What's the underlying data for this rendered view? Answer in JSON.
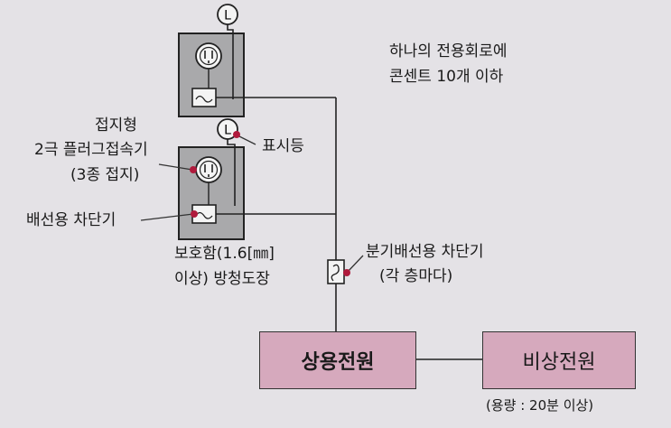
{
  "labels": {
    "top_note_line1": "하나의 전용회로에",
    "top_note_line2": "콘센트 10개 이하",
    "plug_line1": "접지형",
    "plug_line2": "2극 플러그접속기",
    "plug_line3": "(3종 접지)",
    "wiring_breaker": "배선용 차단기",
    "indicator": "표시등",
    "protect_box_line1": "보호함(1.6[㎜]",
    "protect_box_line2": "이상) 방청도장",
    "branch_breaker_line1": "분기배선용 차단기",
    "branch_breaker_line2": "(각 층마다)",
    "commercial_power": "상용전원",
    "emergency_power": "비상전원",
    "capacity_note": "(용량 : 20분 이상)"
  },
  "icons": {
    "lamp_symbol": "L",
    "lamp_icon": "indicator-lamp-icon",
    "outlet_icon": "grounded-outlet-icon",
    "breaker_icon": "breaker-icon",
    "branch_breaker_icon": "branch-breaker-icon"
  },
  "colors": {
    "power_box_fill": "#d6a9bd",
    "enclosure_fill": "#a9a9ab",
    "leader_dot": "#b01a3c"
  }
}
